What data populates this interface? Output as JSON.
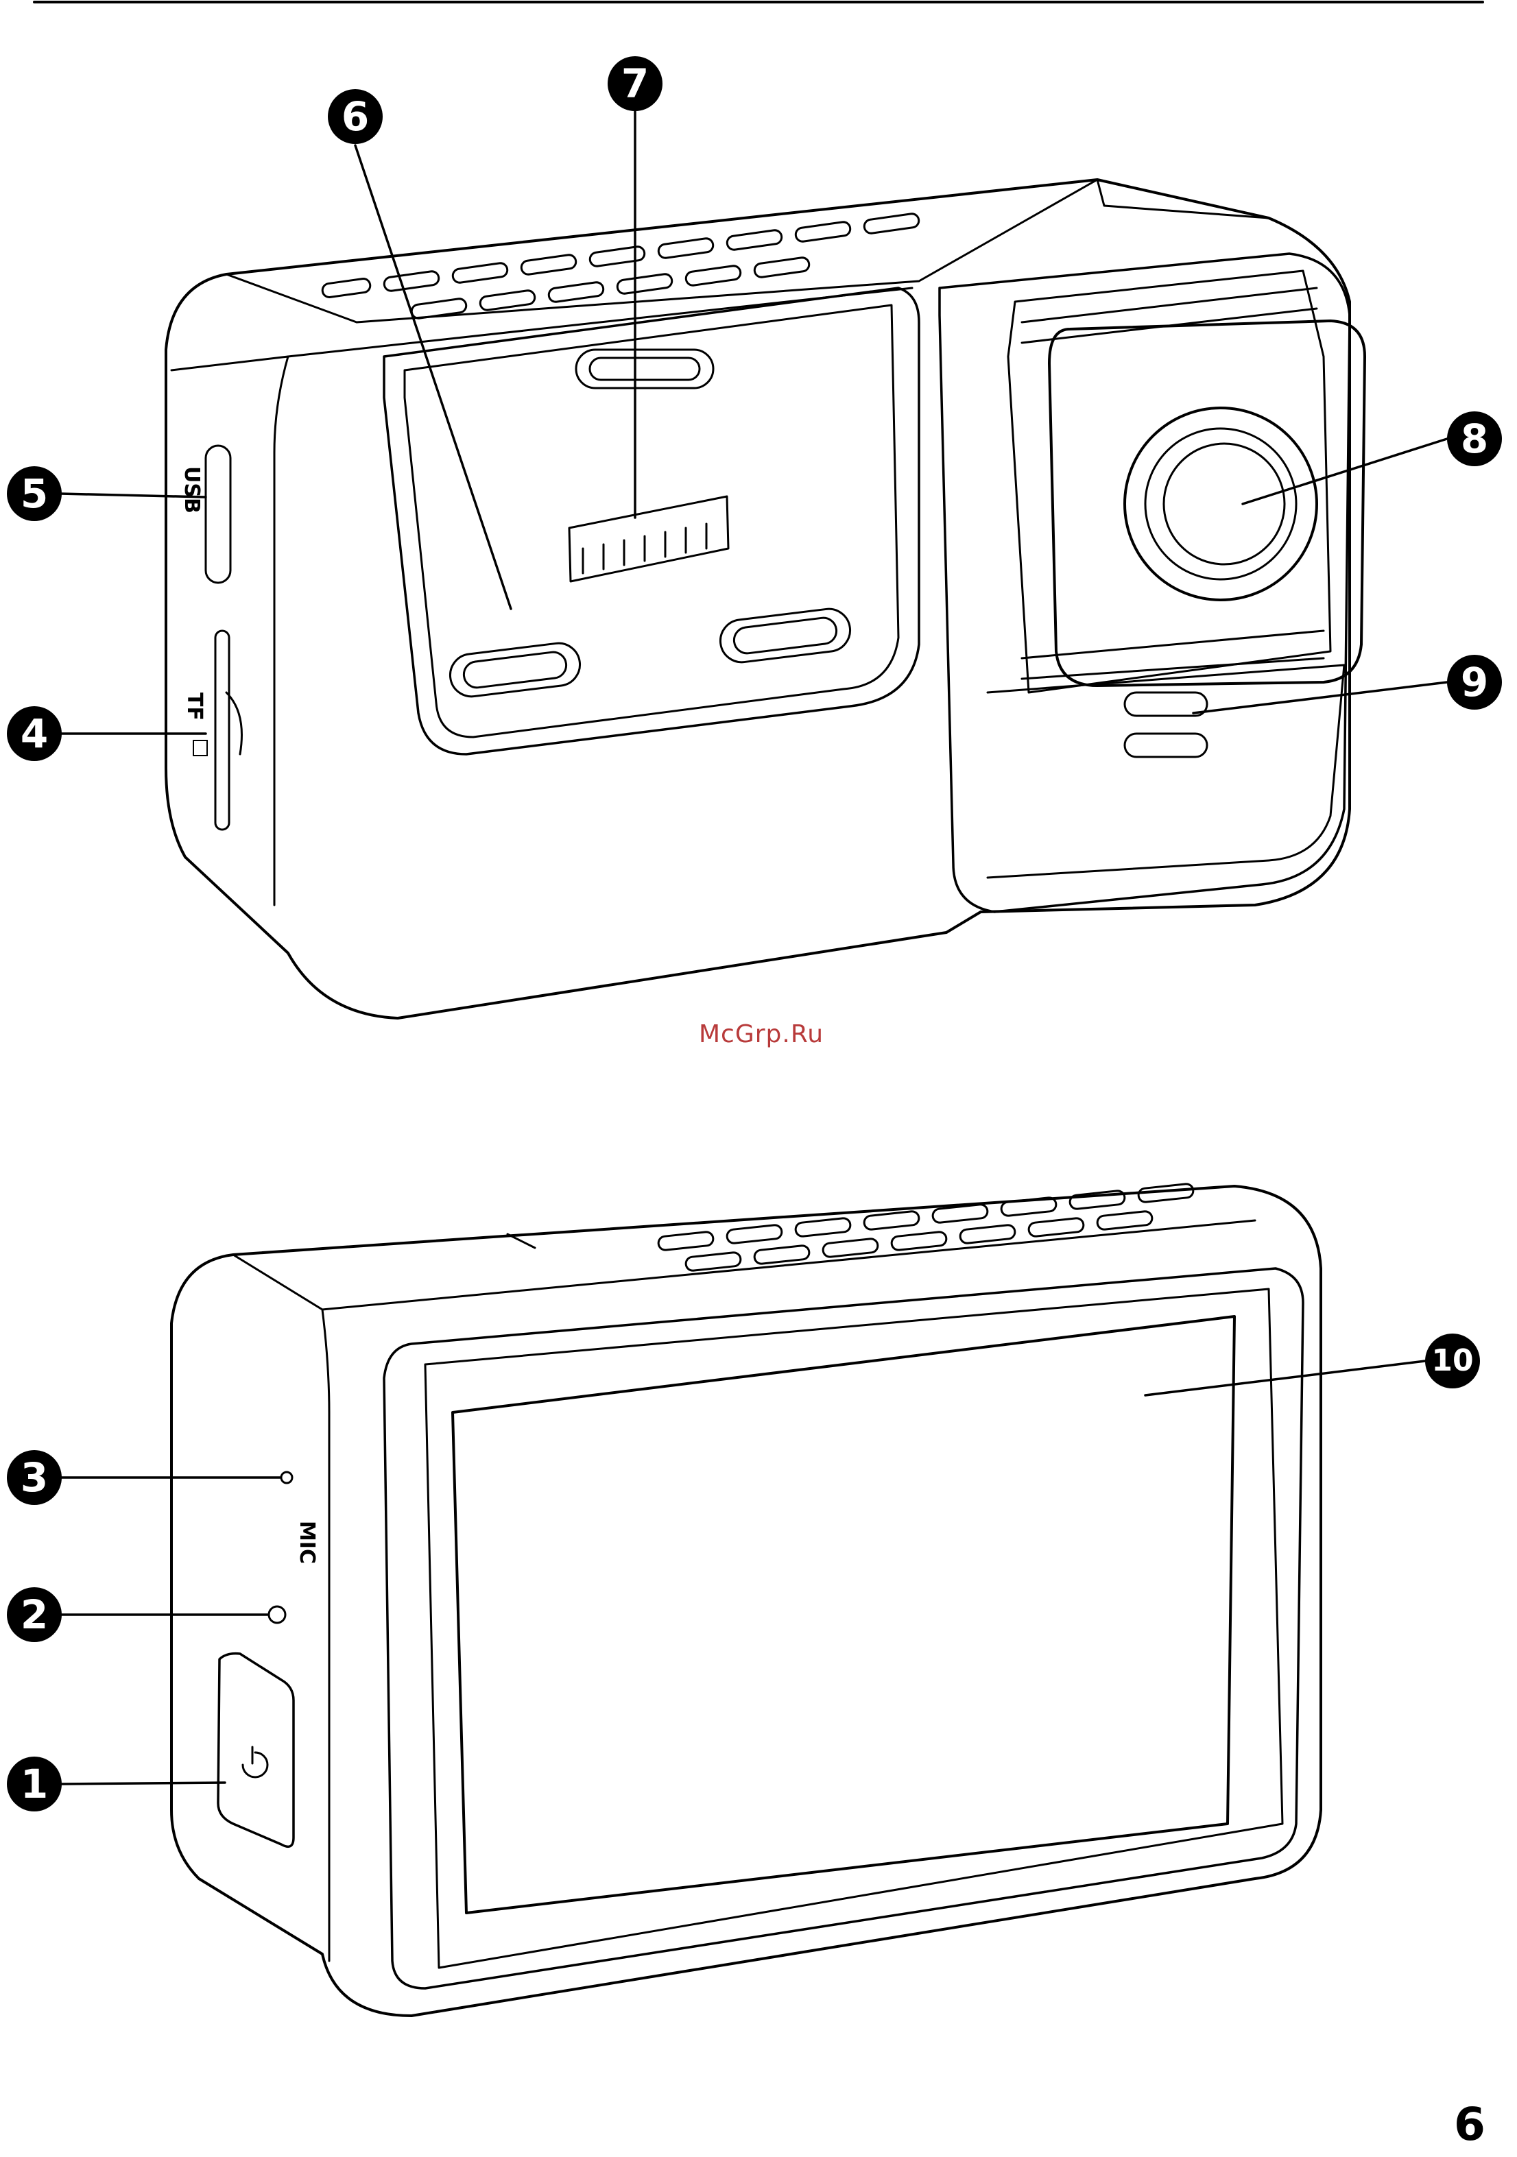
{
  "watermark": "McGrp.Ru",
  "page_number": "6",
  "callouts": [
    "1",
    "2",
    "3",
    "4",
    "5",
    "6",
    "7",
    "8",
    "9",
    "10"
  ],
  "port_labels": {
    "usb": "USB",
    "tf": "TF",
    "mic": "MIC"
  }
}
